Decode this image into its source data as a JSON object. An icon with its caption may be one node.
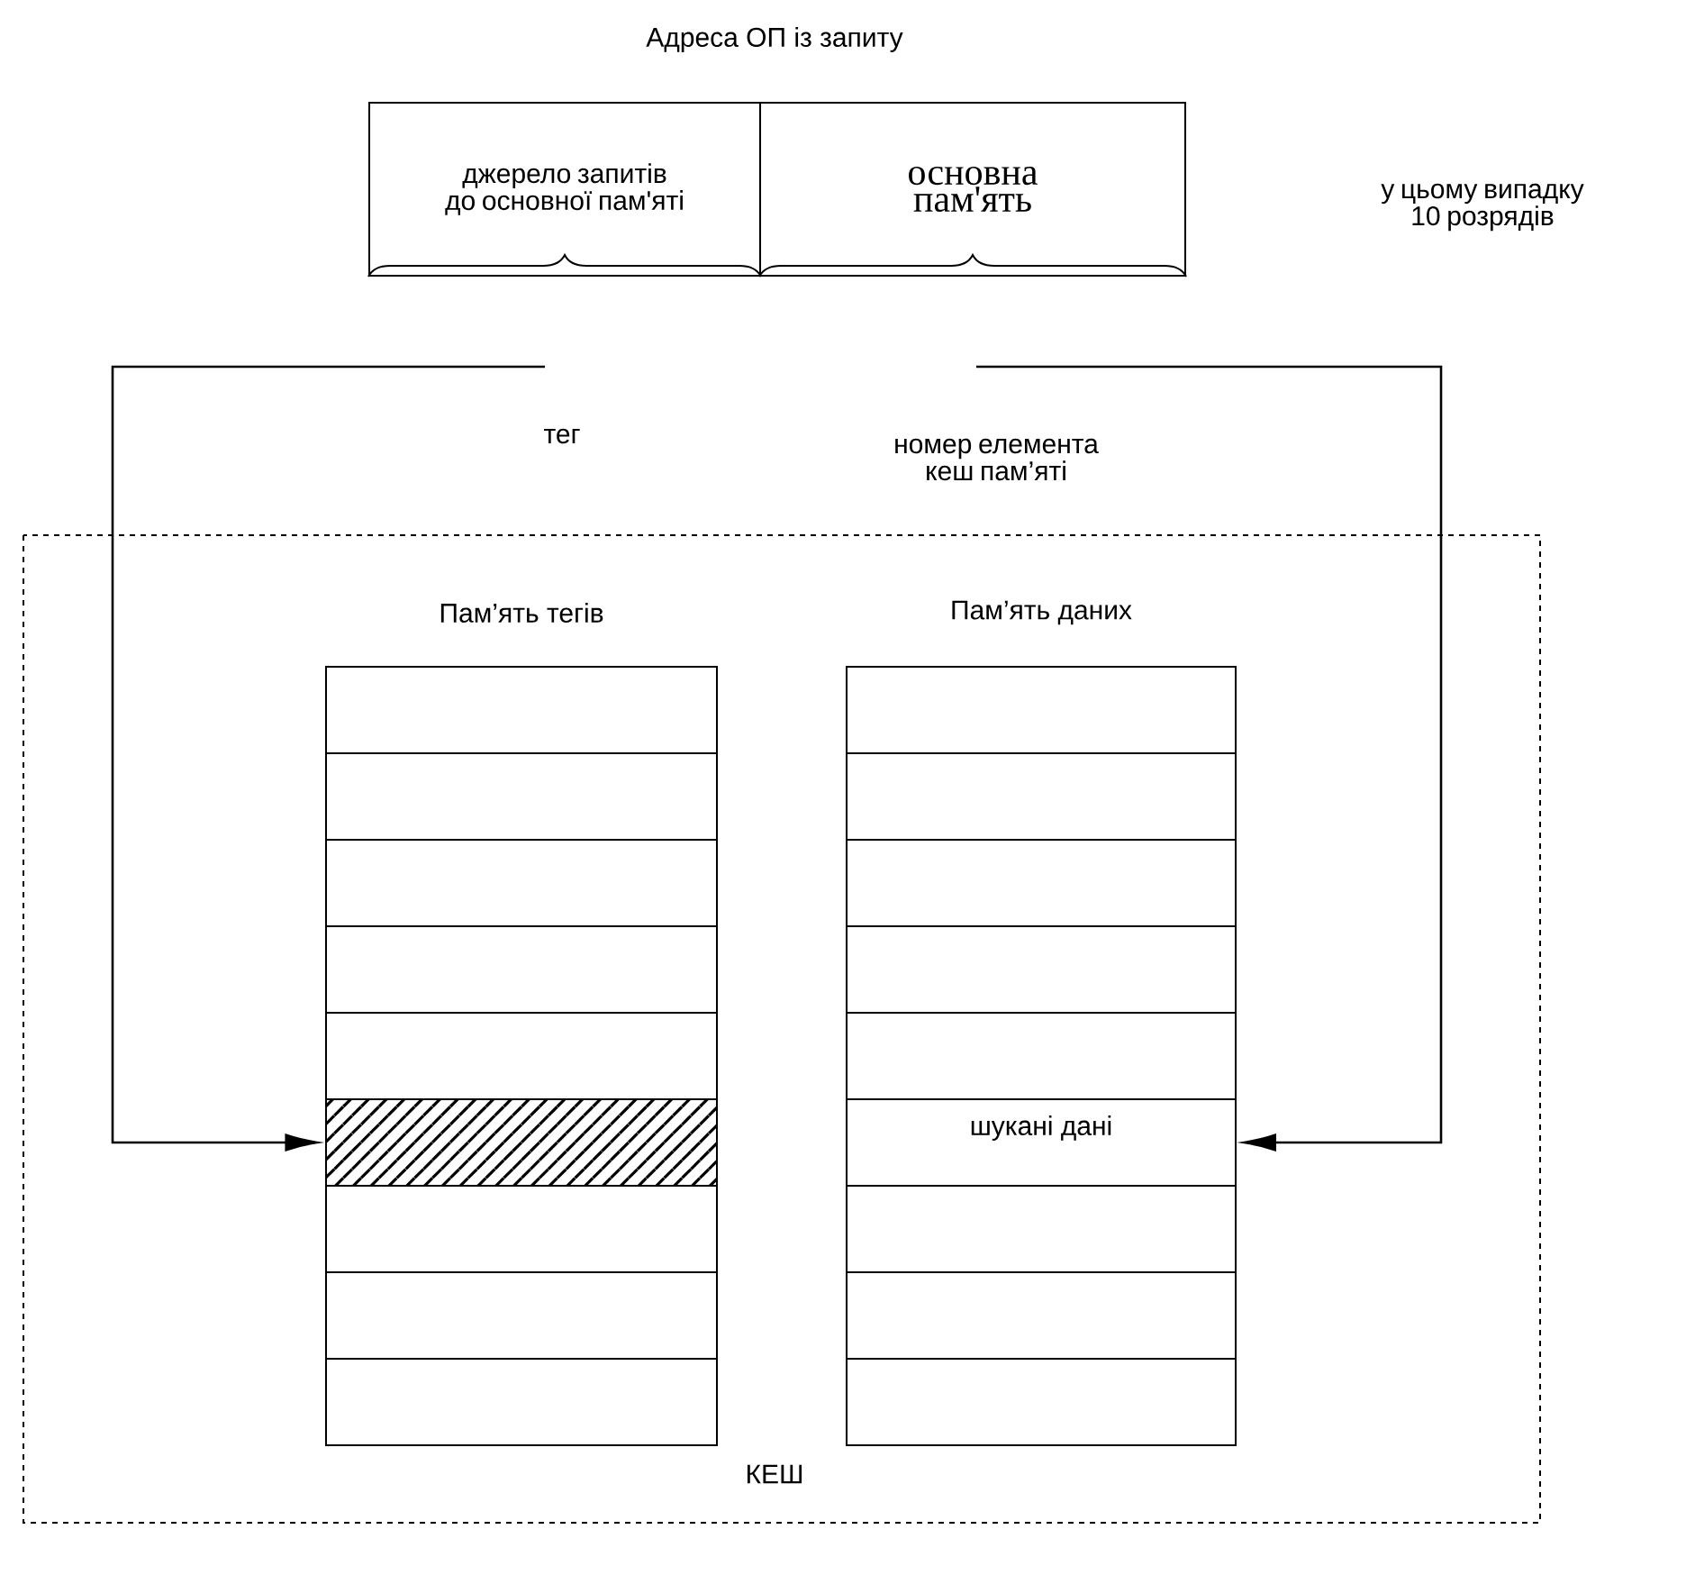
{
  "diagram": {
    "title": "Адреса ОП із запиту",
    "nodes": [
      {
        "text": [
          "джерело запитів до основної пам'яті"
        ]
      },
      {
        "text": [
          "основна пам'ять"
        ]
      },
      {
        "text": [
          "КЕШ"
        ]
      },
      {
        "text": [
          "Пам’ять тегів"
        ],
        "in": 2
      },
      {
        "text": [],
        "shape": "box",
        "in": 3
      },
      {
        "text": [],
        "shape": "box",
        "in": 3
      },
      {
        "text": [],
        "shape": "box",
        "in": 3
      },
      {
        "text": [],
        "shape": "box",
        "in": 3
      },
      {
        "text": [],
        "shape": "box",
        "in": 3
      },
      {
        "text": [],
        "shape": "box",
        "in": 3
      },
      {
        "text": [],
        "shape": "box",
        "in": 3
      },
      {
        "text": [],
        "shape": "box",
        "in": 3
      },
      {
        "text": [],
        "shape": "box",
        "in": 3
      },
      {
        "text": [
          "Пам’ять даних"
        ],
        "in": 2
      },
      {
        "text": [],
        "shape": "box",
        "in": 13
      },
      {
        "text": [],
        "shape": "box",
        "in": 13
      },
      {
        "text": [],
        "shape": "box",
        "in": 13
      },
      {
        "text": [],
        "shape": "box",
        "in": 13
      },
      {
        "text": [],
        "shape": "box",
        "in": 13
      },
      {
        "text": [
          "шукані дані"
        ],
        "in": 13
      },
      {
        "text": [],
        "shape": "box",
        "in": 13
      },
      {
        "text": [],
        "shape": "box",
        "in": 13
      },
      {
        "text": [],
        "shape": "box",
        "in": 13
      }
    ],
    "edges": [
      {
        "from": 0,
        "to": 9,
        "arrow": "to"
      },
      {
        "from": 1,
        "to": 19,
        "arrow": "to"
      }
    ],
    "labels": [
      "у цьому випадку 10 розрядів",
      "тег",
      "номер елемента кеш пам’яті"
    ]
  }
}
